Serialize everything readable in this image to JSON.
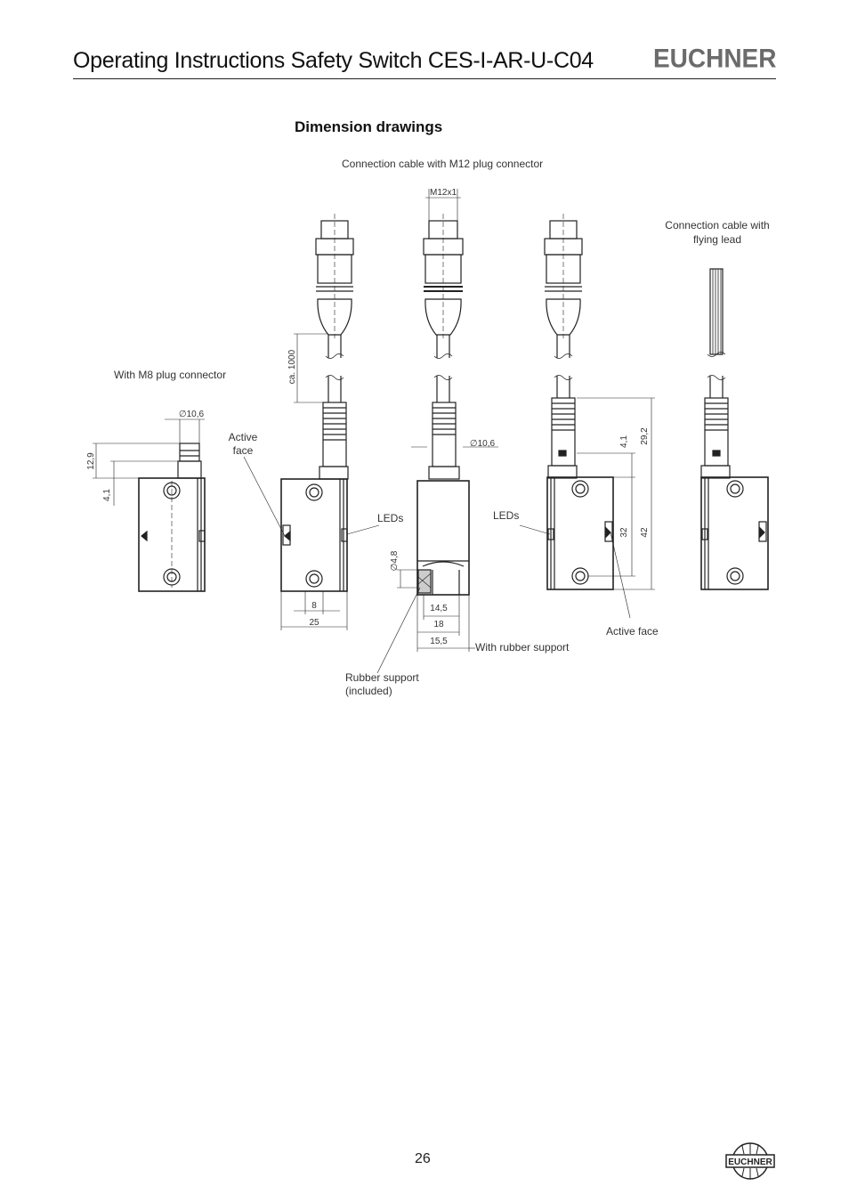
{
  "header": {
    "title": "Operating Instructions Safety Switch CES-I-AR-U-C04",
    "logo_text": "EUCHNER"
  },
  "section_title": "Dimension drawings",
  "drawing_labels": {
    "m12_caption": "Connection cable with M12 plug connector",
    "flying_lead_caption_line1": "Connection cable with",
    "flying_lead_caption_line2": "flying lead",
    "m8_caption": "With M8 plug connector",
    "active_face_line1": "Active",
    "active_face_line2": "face",
    "leds_left": "LEDs",
    "leds_right": "LEDs",
    "active_face_right": "Active face",
    "with_rubber_support": "With rubber support",
    "rubber_support_line1": "Rubber support",
    "rubber_support_line2": "(included)"
  },
  "dimensions": {
    "m12x1": "M12x1",
    "ca_1000": "ca. 1000",
    "dia_10_6_m8": "∅10,6",
    "dia_10_6_m12": "∅10,6",
    "d_12_9": "12,9",
    "d_4_1_left": "4,1",
    "d_8": "8",
    "d_25": "25",
    "dia_4_8": "∅4,8",
    "d_14_5": "14,5",
    "d_18": "18",
    "d_15_5": "15,5",
    "d_4_1_right": "4,1",
    "d_29_2": "29,2",
    "d_32": "32",
    "d_42": "42"
  },
  "footer": {
    "page_number": "26",
    "logo_text": "EUCHNER"
  }
}
